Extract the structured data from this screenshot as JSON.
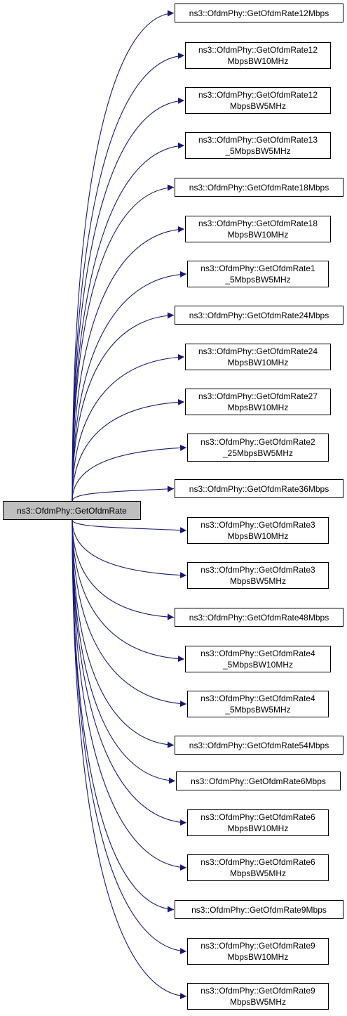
{
  "colors": {
    "edge": "#191970",
    "root_fill": "#bfbfbf",
    "node_fill": "#ffffff",
    "border": "#000000"
  },
  "root": {
    "label": "ns3::OfdmPhy::GetOfdmRate"
  },
  "callees": [
    {
      "lines": [
        "ns3::OfdmPhy::GetOfdmRate12Mbps"
      ]
    },
    {
      "lines": [
        "ns3::OfdmPhy::GetOfdmRate12",
        "MbpsBW10MHz"
      ]
    },
    {
      "lines": [
        "ns3::OfdmPhy::GetOfdmRate12",
        "MbpsBW5MHz"
      ]
    },
    {
      "lines": [
        "ns3::OfdmPhy::GetOfdmRate13",
        "_5MbpsBW5MHz"
      ]
    },
    {
      "lines": [
        "ns3::OfdmPhy::GetOfdmRate18Mbps"
      ]
    },
    {
      "lines": [
        "ns3::OfdmPhy::GetOfdmRate18",
        "MbpsBW10MHz"
      ]
    },
    {
      "lines": [
        "ns3::OfdmPhy::GetOfdmRate1",
        "_5MbpsBW5MHz"
      ]
    },
    {
      "lines": [
        "ns3::OfdmPhy::GetOfdmRate24Mbps"
      ]
    },
    {
      "lines": [
        "ns3::OfdmPhy::GetOfdmRate24",
        "MbpsBW10MHz"
      ]
    },
    {
      "lines": [
        "ns3::OfdmPhy::GetOfdmRate27",
        "MbpsBW10MHz"
      ]
    },
    {
      "lines": [
        "ns3::OfdmPhy::GetOfdmRate2",
        "_25MbpsBW5MHz"
      ]
    },
    {
      "lines": [
        "ns3::OfdmPhy::GetOfdmRate36Mbps"
      ]
    },
    {
      "lines": [
        "ns3::OfdmPhy::GetOfdmRate3",
        "MbpsBW10MHz"
      ]
    },
    {
      "lines": [
        "ns3::OfdmPhy::GetOfdmRate3",
        "MbpsBW5MHz"
      ]
    },
    {
      "lines": [
        "ns3::OfdmPhy::GetOfdmRate48Mbps"
      ]
    },
    {
      "lines": [
        "ns3::OfdmPhy::GetOfdmRate4",
        "_5MbpsBW10MHz"
      ]
    },
    {
      "lines": [
        "ns3::OfdmPhy::GetOfdmRate4",
        "_5MbpsBW5MHz"
      ]
    },
    {
      "lines": [
        "ns3::OfdmPhy::GetOfdmRate54Mbps"
      ]
    },
    {
      "lines": [
        "ns3::OfdmPhy::GetOfdmRate6Mbps"
      ]
    },
    {
      "lines": [
        "ns3::OfdmPhy::GetOfdmRate6",
        "MbpsBW10MHz"
      ]
    },
    {
      "lines": [
        "ns3::OfdmPhy::GetOfdmRate6",
        "MbpsBW5MHz"
      ]
    },
    {
      "lines": [
        "ns3::OfdmPhy::GetOfdmRate9Mbps"
      ]
    },
    {
      "lines": [
        "ns3::OfdmPhy::GetOfdmRate9",
        "MbpsBW10MHz"
      ]
    },
    {
      "lines": [
        "ns3::OfdmPhy::GetOfdmRate9",
        "MbpsBW5MHz"
      ]
    }
  ]
}
